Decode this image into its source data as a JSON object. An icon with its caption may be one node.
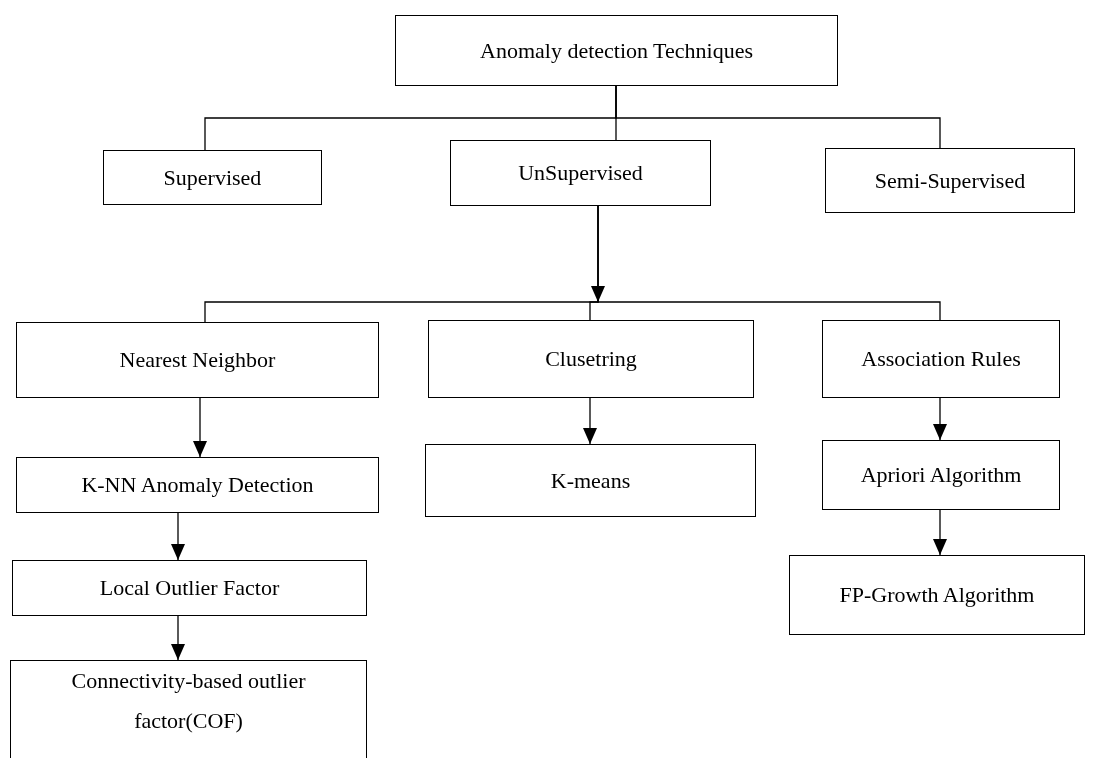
{
  "diagram": {
    "nodes": [
      {
        "text": [
          "Anomaly detection Techniques"
        ]
      },
      {
        "text": [
          "Supervised"
        ]
      },
      {
        "text": [
          "UnSupervised"
        ]
      },
      {
        "text": [
          "Semi-Supervised"
        ]
      },
      {
        "text": [
          "Nearest Neighbor"
        ]
      },
      {
        "text": [
          "Clusetring"
        ]
      },
      {
        "text": [
          "Association Rules"
        ]
      },
      {
        "text": [
          "K-NN Anomaly Detection"
        ]
      },
      {
        "text": [
          "Local Outlier Factor"
        ]
      },
      {
        "text": [
          "Connectivity-based outlier factor(COF)"
        ]
      },
      {
        "text": [
          "K-means"
        ]
      },
      {
        "text": [
          "Apriori Algorithm"
        ]
      },
      {
        "text": [
          "FP-Growth Algorithm"
        ]
      }
    ],
    "edges": [
      {
        "from": 0,
        "to": 1,
        "arrow": "none"
      },
      {
        "from": 0,
        "to": 2,
        "arrow": "none"
      },
      {
        "from": 0,
        "to": 3,
        "arrow": "none"
      },
      {
        "from": 2,
        "to": 4,
        "arrow": "none"
      },
      {
        "from": 2,
        "to": 5,
        "arrow": "to"
      },
      {
        "from": 2,
        "to": 6,
        "arrow": "none"
      },
      {
        "from": 4,
        "to": 7,
        "arrow": "to"
      },
      {
        "from": 7,
        "to": 8,
        "arrow": "to"
      },
      {
        "from": 8,
        "to": 9,
        "arrow": "to"
      },
      {
        "from": 5,
        "to": 10,
        "arrow": "to"
      },
      {
        "from": 6,
        "to": 11,
        "arrow": "to"
      },
      {
        "from": 11,
        "to": 12,
        "arrow": "to"
      }
    ]
  }
}
